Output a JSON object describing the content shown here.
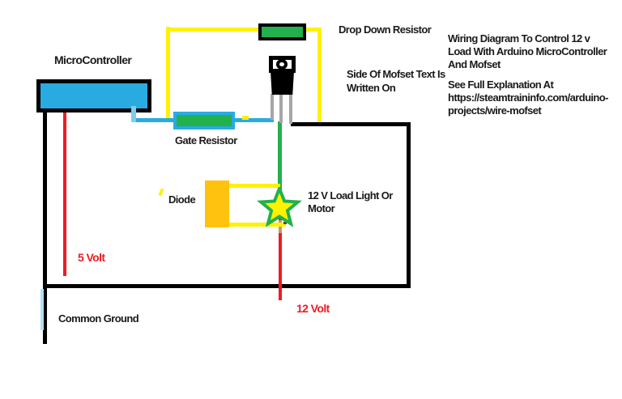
{
  "labels": {
    "microcontroller": "MicroController",
    "drop_down_resistor": "Drop Down Resistor",
    "gate_resistor": "Gate Resistor",
    "diode": "Diode",
    "load_line1": "12 V Load Light Or",
    "load_line2": "Motor",
    "five_volt": "5 Volt",
    "twelve_volt": "12 Volt",
    "common_ground": "Common Ground"
  },
  "notes": {
    "mosfet_note_line1": "Side Of Mofset Text Is",
    "mosfet_note_line2": "Written On"
  },
  "title_block": {
    "line1": "Wiring Diagram To Control 12 v",
    "line2": "Load With Arduino MicroController",
    "line3": "And Mofset"
  },
  "explanation_block": {
    "line1": "See Full Explanation At",
    "line2": "https://steamtraininfo.com/arduino-",
    "line3": "projects/wire-mofset"
  },
  "colors": {
    "wire_black": "#000000",
    "wire_red": "#ED1C24",
    "wire_yellow": "#FFF200",
    "wire_cyan": "#29ABE2",
    "wire_green": "#22B14C",
    "component_blue": "#29ABE2",
    "component_green": "#22B14C",
    "diode_orange": "#FFC20E",
    "mosfet_leg_gray": "#A6A6A6",
    "light_blue_nub": "#7FCCEE",
    "pale_blue": "#AEE0F5",
    "tan_overlap": "#C49A6C",
    "text_dark": "#1A1A1A",
    "text_red": "#ED1C24"
  }
}
